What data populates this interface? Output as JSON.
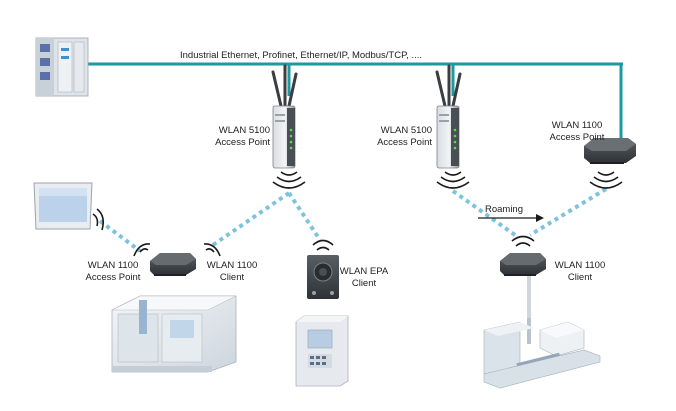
{
  "bus_label": "Industrial Ethernet, Profinet, Ethernet/IP, Modbus/TCP, ....",
  "roaming_label": "Roaming",
  "colors": {
    "bus": "#1d9aa0",
    "wireless_link": "#7ec3dd",
    "device_dark": "#3e4245",
    "device_light": "#e4e8ec",
    "background": "#ffffff"
  },
  "nodes": {
    "wlan5100_a": {
      "line1": "WLAN 5100",
      "line2": "Access Point"
    },
    "wlan5100_b": {
      "line1": "WLAN 5100",
      "line2": "Access Point"
    },
    "wlan1100_ap_top": {
      "line1": "WLAN 1100",
      "line2": "Access Point"
    },
    "wlan1100_ap_left": {
      "line1": "WLAN 1100",
      "line2": "Access Point"
    },
    "wlan1100_client_left": {
      "line1": "WLAN 1100",
      "line2": "Client"
    },
    "wlan_epa_client": {
      "line1": "WLAN EPA",
      "line2": "Client"
    },
    "wlan1100_client_right": {
      "line1": "WLAN 1100",
      "line2": "Client"
    }
  },
  "devices": {
    "plc": {
      "icon": "plc-rack-icon"
    },
    "hmi": {
      "icon": "touch-panel-icon"
    },
    "machine": {
      "icon": "machine-tool-icon"
    },
    "controller": {
      "icon": "control-cabinet-icon"
    },
    "agv": {
      "icon": "transport-vehicle-icon"
    }
  }
}
